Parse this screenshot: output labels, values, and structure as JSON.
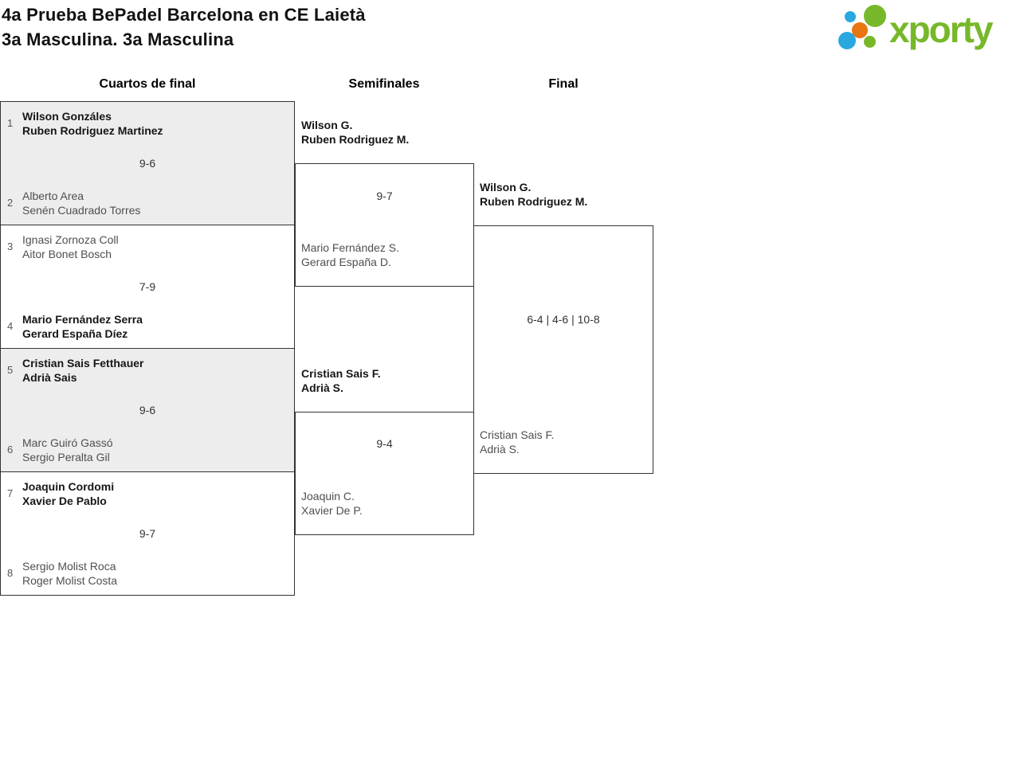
{
  "page": {
    "title_line1": "4a Prueba BePadel Barcelona en CE Laietà",
    "title_line2": "3a Masculina. 3a Masculina"
  },
  "logo": {
    "text": "xporty",
    "brand_green": "#76b82a",
    "brand_blue": "#29a8e0",
    "brand_orange": "#e87511"
  },
  "bracket": {
    "round_labels": [
      "Cuartos de final",
      "Semifinales",
      "Final"
    ],
    "quarterfinals": [
      {
        "top": {
          "seed": "1",
          "players": [
            "Wilson Gonzáles",
            "Ruben Rodriguez Martinez"
          ]
        },
        "bottom": {
          "seed": "2",
          "players": [
            "Alberto Area",
            "Senén Cuadrado Torres"
          ]
        },
        "score": "9-6",
        "winner": "top"
      },
      {
        "top": {
          "seed": "3",
          "players": [
            "Ignasi Zornoza Coll",
            "Aitor Bonet Bosch"
          ]
        },
        "bottom": {
          "seed": "4",
          "players": [
            "Mario Fernández Serra",
            "Gerard España Díez"
          ]
        },
        "score": "7-9",
        "winner": "bottom"
      },
      {
        "top": {
          "seed": "5",
          "players": [
            "Cristian Sais Fetthauer",
            "Adrià Sais"
          ]
        },
        "bottom": {
          "seed": "6",
          "players": [
            "Marc Guiró Gassó",
            "Sergio Peralta Gil"
          ]
        },
        "score": "9-6",
        "winner": "top"
      },
      {
        "top": {
          "seed": "7",
          "players": [
            "Joaquin Cordomi",
            "Xavier De Pablo"
          ]
        },
        "bottom": {
          "seed": "8",
          "players": [
            "Sergio Molist Roca",
            "Roger Molist Costa"
          ]
        },
        "score": "9-7",
        "winner": "top"
      }
    ],
    "semifinals": [
      {
        "top": {
          "players": [
            "Wilson G.",
            "Ruben Rodriguez M."
          ]
        },
        "bottom": {
          "players": [
            "Mario Fernández S.",
            "Gerard España D."
          ]
        },
        "score": "9-7",
        "winner": "top"
      },
      {
        "top": {
          "players": [
            "Cristian Sais F.",
            "Adrià S."
          ]
        },
        "bottom": {
          "players": [
            "Joaquin C.",
            "Xavier De P."
          ]
        },
        "score": "9-4",
        "winner": "top"
      }
    ],
    "final": {
      "top": {
        "players": [
          "Wilson G.",
          "Ruben Rodriguez M."
        ]
      },
      "bottom": {
        "players": [
          "Cristian Sais F.",
          "Adrià S."
        ]
      },
      "score": "6-4 | 4-6 | 10-8",
      "winner": "top"
    }
  }
}
